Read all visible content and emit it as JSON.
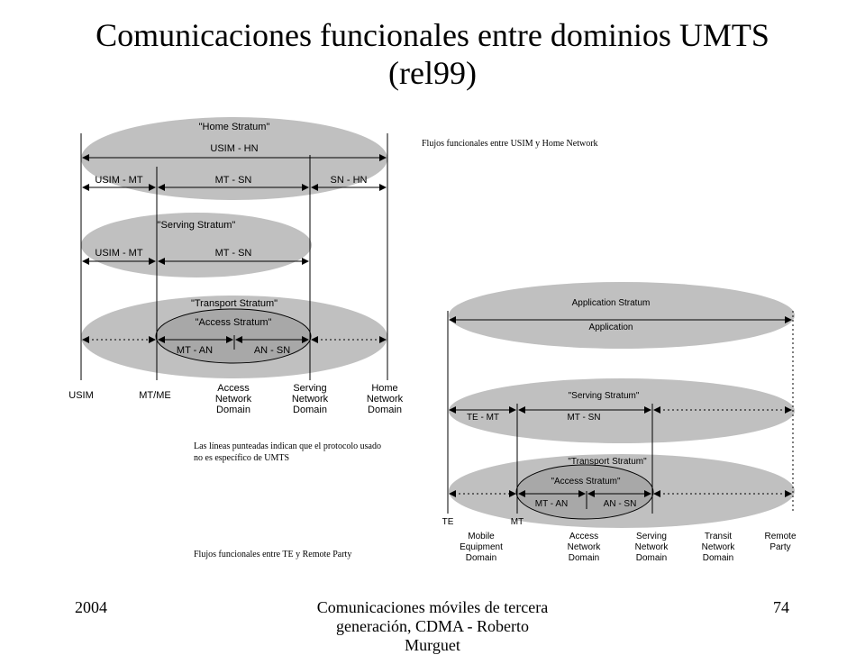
{
  "title": {
    "line1": "Comunicaciones funcionales entre dominios UMTS",
    "line2": "(rel99)"
  },
  "notes": {
    "usim_hn": "Flujos funcionales entre USIM y Home Network",
    "dotted_line1": "Las líneas punteadas indican que el protocolo usado",
    "dotted_line2": "no es específico de UMTS",
    "te_party": "Flujos funcionales entre TE y Remote Party"
  },
  "left_diagram": {
    "home_stratum": "\"Home Stratum\"",
    "usim_hn": "USIM - HN",
    "usim_mt": "USIM - MT",
    "mt_sn": "MT - SN",
    "sn_hn": "SN - HN",
    "serving_stratum": "\"Serving Stratum\"",
    "transport_stratum": "\"Transport Stratum\"",
    "access_stratum": "\"Access Stratum\"",
    "mt_an": "MT - AN",
    "an_sn": "AN - SN",
    "domains": {
      "usim": "USIM",
      "mt_me": "MT/ME",
      "access_1": "Access",
      "access_2": "Network",
      "access_3": "Domain",
      "serving_1": "Serving",
      "serving_2": "Network",
      "serving_3": "Domain",
      "home_1": "Home",
      "home_2": "Network",
      "home_3": "Domain"
    }
  },
  "right_diagram": {
    "application_stratum": "Application Stratum",
    "application": "Application",
    "serving_stratum": "\"Serving Stratum\"",
    "te_mt": "TE - MT",
    "mt_sn": "MT - SN",
    "transport_stratum": "\"Transport Stratum\"",
    "access_stratum": "\"Access Stratum\"",
    "mt_an": "MT - AN",
    "an_sn": "AN - SN",
    "te": "TE",
    "mt": "MT",
    "domains": {
      "mobile_1": "Mobile",
      "mobile_2": "Equipment",
      "mobile_3": "Domain",
      "access_1": "Access",
      "access_2": "Network",
      "access_3": "Domain",
      "serving_1": "Serving",
      "serving_2": "Network",
      "serving_3": "Domain",
      "transit_1": "Transit",
      "transit_2": "Network",
      "transit_3": "Domain",
      "remote_1": "Remote",
      "remote_2": "Party"
    }
  },
  "footer": {
    "year": "2004",
    "center_line1": "Comunicaciones móviles de tercera",
    "center_line2": "generación, CDMA - Roberto",
    "center_line3": "Murguet",
    "page": "74"
  }
}
